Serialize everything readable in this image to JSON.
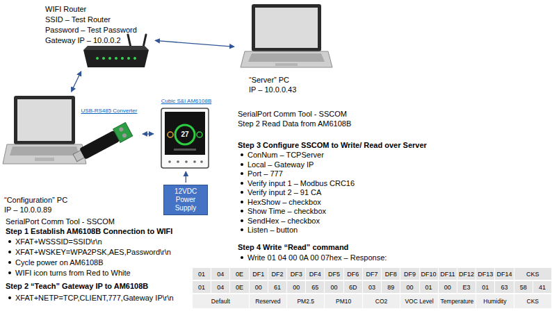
{
  "diagram": {
    "nodes": [
      {
        "text": [
          "WIFI Router",
          "SSID – Test Router",
          "Password – Test Password",
          "Gateway IP – 10.0.0.2"
        ]
      },
      {
        "text": [
          "“Server” PC",
          "IP – 10.0.0.43"
        ]
      },
      {
        "text": [
          "“Configuration” PC",
          "IP – 10.0.0.89"
        ]
      },
      {
        "text": [
          "USB-RS485 Converter"
        ]
      },
      {
        "text": [
          "Cubic S&I AM6108B"
        ]
      },
      {
        "text": [
          "12VDC Power Supply"
        ]
      }
    ],
    "edges": [
      {
        "from": 0,
        "to": 1,
        "arrow": "both"
      },
      {
        "from": 0,
        "to": 2,
        "arrow": "both"
      },
      {
        "from": 3,
        "to": 4,
        "arrow": "both"
      },
      {
        "from": 5,
        "to": 4,
        "arrow": "to"
      }
    ],
    "labels": [
      "SerialPort Comm Tool - SSCOM",
      "Step 1 Establish AM6108B Connection to WIFI",
      "XFAT+WSSSID=SSID\\r\\n",
      "XFAT+WSKEY=WPA2PSK,AES,Password\\r\\n",
      "Cycle power on AM6108B",
      "WIFI icon turns from Red to White",
      "Step 2 “Teach” Gateway IP to AM6108B",
      "XFAT+NETP=TCP,CLIENT,777,Gateway IP\\r\\n",
      "SerialPort Comm Tool - SSCOM",
      "Step 2 Read Data from AM6108B",
      "Step 3 Configure SSCOM to Write/ Read over Server",
      "ConNum – TCPServer",
      "Local – Gateway IP",
      "Port – 777",
      "Verify input 1 – Modbus CRC16",
      "Verify input 2 – 91 CA",
      "HexShow – checkbox",
      "Show Time – checkbox",
      "SendHex – checkbox",
      "Listen – button",
      "Step 4 Write “Read” command",
      "Write 01 04 00 0A 00 07hex – Response:",
      "27",
      "01",
      "04",
      "0E",
      "DF1",
      "DF2",
      "DF3",
      "DF4",
      "DF5",
      "DF6",
      "DF7",
      "DF8",
      "DF9",
      "DF10",
      "DF11",
      "DF12",
      "DF13",
      "DF14",
      "CKS",
      "01",
      "04",
      "0E",
      "00",
      "61",
      "00",
      "65",
      "00",
      "6D",
      "03",
      "89",
      "00",
      "01",
      "00",
      "E3",
      "01",
      "63",
      "58",
      "41",
      "Default",
      "Reserved",
      "PM2.5",
      "PM10",
      "CO2",
      "VOC Level",
      "Temperature",
      "Humidity",
      "CKS"
    ]
  }
}
